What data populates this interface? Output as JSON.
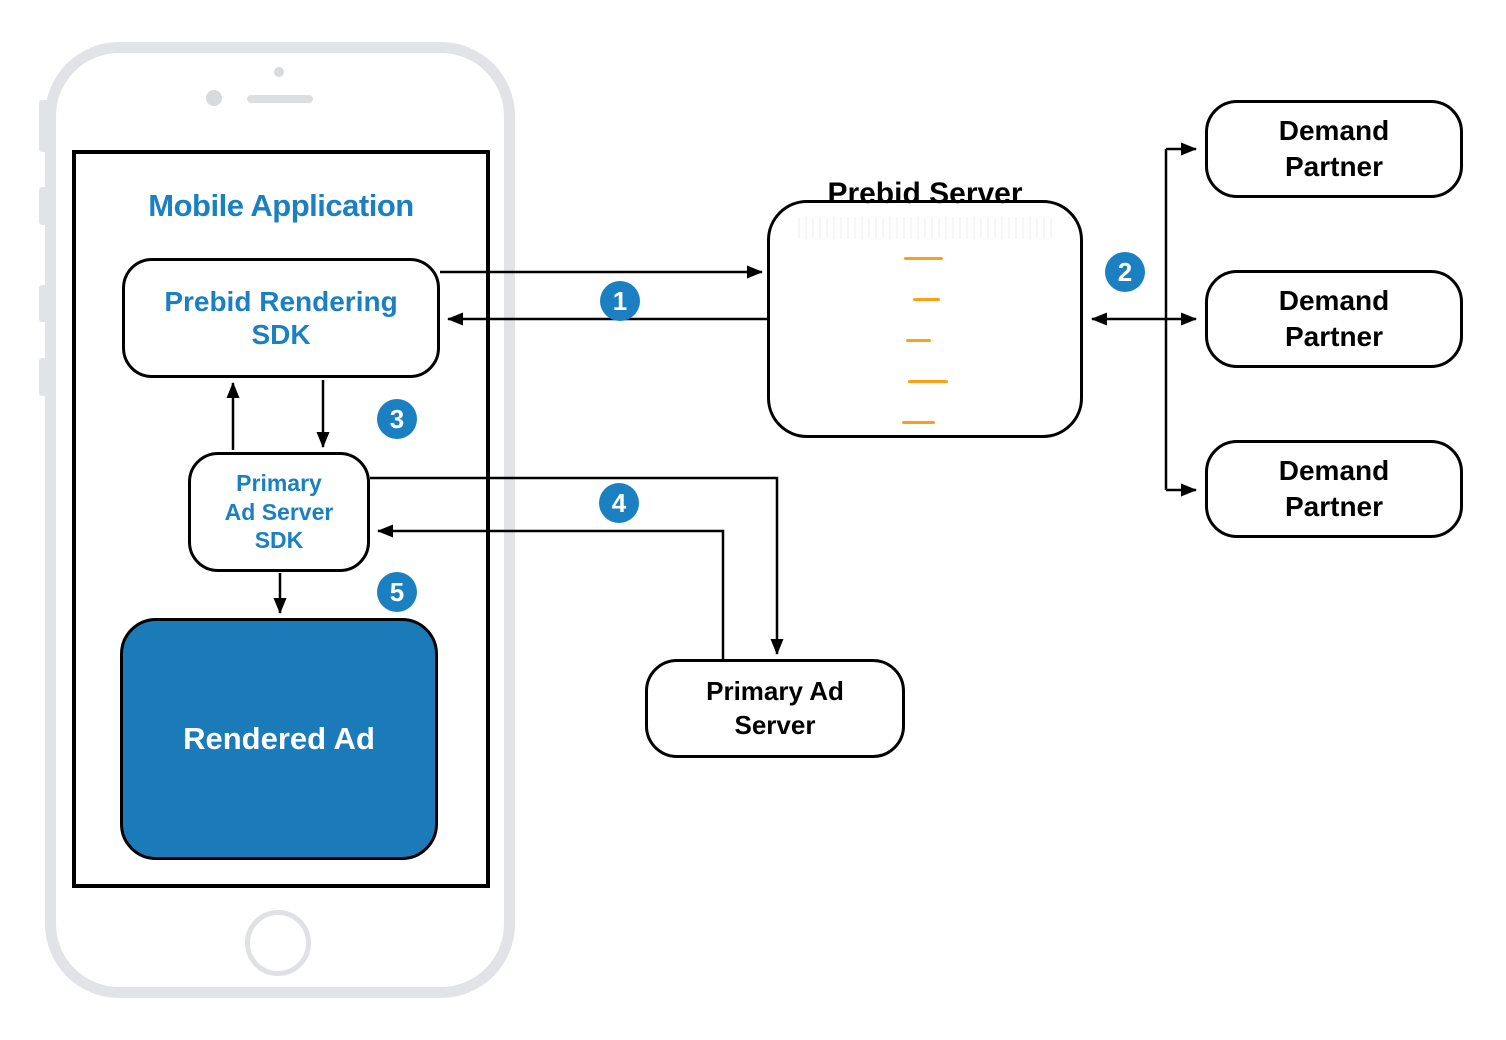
{
  "mobile_app": {
    "title": "Mobile Application"
  },
  "nodes": {
    "prebid_rendering_sdk": {
      "text": "Prebid Rendering\nSDK"
    },
    "primary_ad_server_sdk": {
      "text": "Primary\nAd Server\nSDK"
    },
    "rendered_ad": {
      "text": "Rendered Ad"
    },
    "prebid_server": {
      "text": "Prebid Server"
    },
    "primary_ad_server": {
      "text": "Primary Ad\nServer"
    },
    "demand_partners": [
      {
        "text": "Demand\nPartner"
      },
      {
        "text": "Demand\nPartner"
      },
      {
        "text": "Demand\nPartner"
      }
    ]
  },
  "steps": [
    {
      "label": "1"
    },
    {
      "label": "2"
    },
    {
      "label": "3"
    },
    {
      "label": "4"
    },
    {
      "label": "5"
    }
  ],
  "colors": {
    "accent_blue": "#1b80c2",
    "rendered_ad_fill": "#1b7ab8",
    "prebid_logo_orange": "#f9a11b",
    "phone_gray": "#e2e3e6",
    "line_black": "#000000"
  }
}
